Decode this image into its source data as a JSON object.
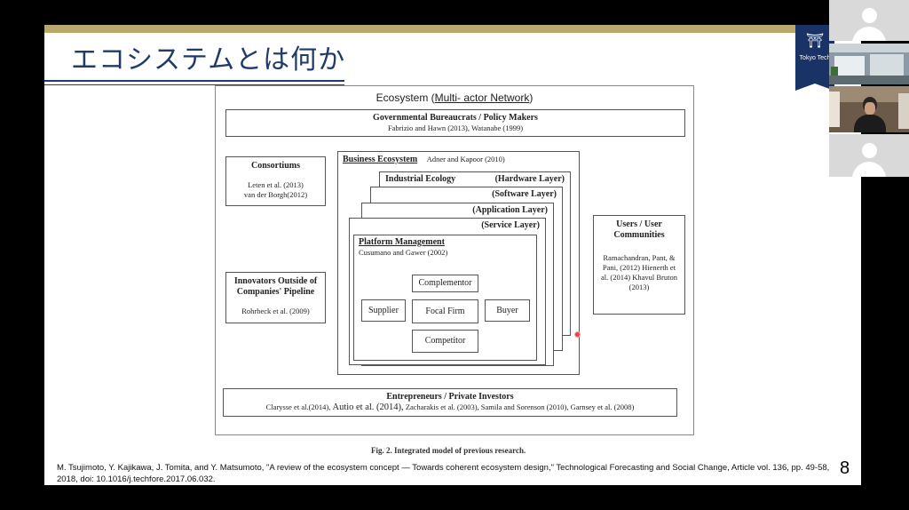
{
  "slide": {
    "title": "エコシステムとは何か",
    "logo_text": "Tokyo Tech",
    "page_number": "8",
    "caption": "Fig. 2. Integrated model of previous research.",
    "reference": "M. Tsujimoto, Y. Kajikawa, J. Tomita, and Y. Matsumoto, \"A review of the ecosystem concept — Towards coherent ecosystem design,\" Technological Forecasting and Social Change, Article vol. 136, pp. 49-58, 2018, doi: 10.1016/j.techfore.2017.06.032."
  },
  "figure": {
    "title_prefix": "Ecosystem (",
    "title_underlined": "Multi- actor Network",
    "title_suffix": ")",
    "gov_title": "Governmental Bureaucrats / Policy Makers",
    "gov_refs": "Fabrizio and Hawn (2013), Watanabe (1999)",
    "consortiums_title": "Consortiums",
    "consortiums_refs1": "Leten et al. (2013)",
    "consortiums_refs2": "van der Borgh(2012)",
    "innovators_title": "Innovators Outside of Companies' Pipeline",
    "innovators_refs": "Rohrbeck et al. (2009)",
    "users_title": "Users / User Communities",
    "users_refs": "Ramachandran, Pant, & Pani, (2012) Hienerth et al. (2014) Khavul Bruton (2013)",
    "business_title": "Business Ecosystem",
    "business_refs": "Adner and Kapoor (2010)",
    "industrial_title": "Industrial Ecology",
    "hardware_layer": "(Hardware Layer)",
    "software_layer": "(Software Layer)",
    "application_layer": "(Application Layer)",
    "service_layer": "(Service Layer)",
    "platform_title": "Platform Management",
    "platform_refs": "Cusumano and Gawer (2002)",
    "complementor": "Complementor",
    "supplier": "Supplier",
    "focal_firm": "Focal Firm",
    "buyer": "Buyer",
    "competitor": "Competitor",
    "entrepreneurs_title": "Entrepreneurs / Private Investors",
    "entrepreneurs_refs_a": "Clarysse et al.(2014),",
    "entrepreneurs_refs_b": "Autio et al. (2014),",
    "entrepreneurs_refs_c": "Zacharakis et al. (2003), Samila and Sorenson (2010), Garnsey et al. (2008)"
  },
  "colors": {
    "background": "#000000",
    "title": "#1f3a6b",
    "accent_bar": "#b8a86b",
    "logo_bg": "#1a3366",
    "laser_pointer": "#e8434c"
  },
  "participants": [
    {
      "label": "",
      "video": false
    },
    {
      "label": "",
      "video": true
    },
    {
      "label": "",
      "video": true
    },
    {
      "label": "",
      "video": false
    }
  ]
}
